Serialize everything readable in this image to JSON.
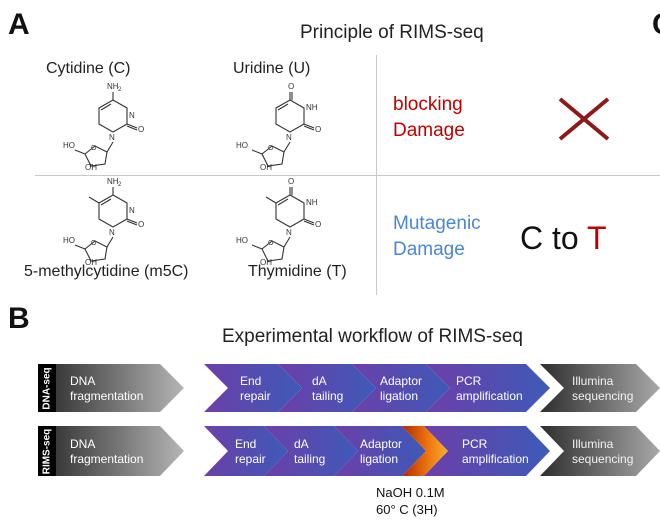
{
  "panelA": {
    "letter": "A",
    "title": "Principle of RIMS-seq",
    "cytidine": "Cytidine (C)",
    "uridine": "Uridine (U)",
    "methylcytidine": "5-methylcytidine (m5C)",
    "thymidine": "Thymidine (T)",
    "blocking_line1": "blocking",
    "blocking_line2": "Damage",
    "mutagenic_line1": "Mutagenic",
    "mutagenic_line2": "Damage",
    "c_to": "C to ",
    "t": "T",
    "colors": {
      "red": "#c00000",
      "blue": "#4a86d6",
      "cross": "#8b1a1a"
    }
  },
  "panelB": {
    "letter": "B",
    "title": "Experimental workflow of RIMS-seq",
    "row1_label": "DNA-seq",
    "row2_label": "RIMS-seq",
    "steps": {
      "dna_fragmentation_1": "DNA",
      "dna_fragmentation_2": "fragmentation",
      "end_1": "End",
      "end_2": "repair",
      "da_1": "dA",
      "da_2": "tailing",
      "adaptor_1": "Adaptor",
      "adaptor_2": "ligation",
      "pcr_1": "PCR",
      "pcr_2": "amplification",
      "illumina_1": "Illumina",
      "illumina_2": "sequencing"
    },
    "naoh_line1": "NaOH 0.1M",
    "naoh_line2": "60° C (3H)"
  },
  "panelC_fragment": "C"
}
